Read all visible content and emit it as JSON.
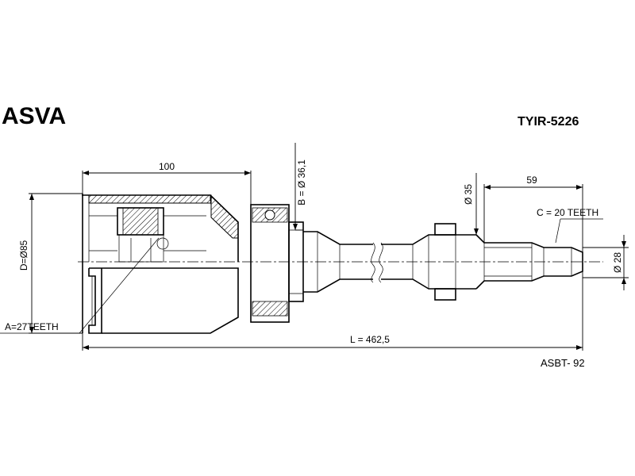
{
  "brand": "ASVA",
  "part_number": "TYIR-5226",
  "reference": "ASBT- 92",
  "dimensions": {
    "housing_length": "100",
    "bearing_diameter": "B = Ø 36,1",
    "seal_diameter": "Ø 35",
    "spline_length": "59",
    "outer_diameter": "D=Ø85",
    "shaft_diameter": "Ø 28",
    "total_length": "L = 462,5"
  },
  "teeth": {
    "inner": "A=27TEETH",
    "outer": "C = 20 TEETH"
  }
}
